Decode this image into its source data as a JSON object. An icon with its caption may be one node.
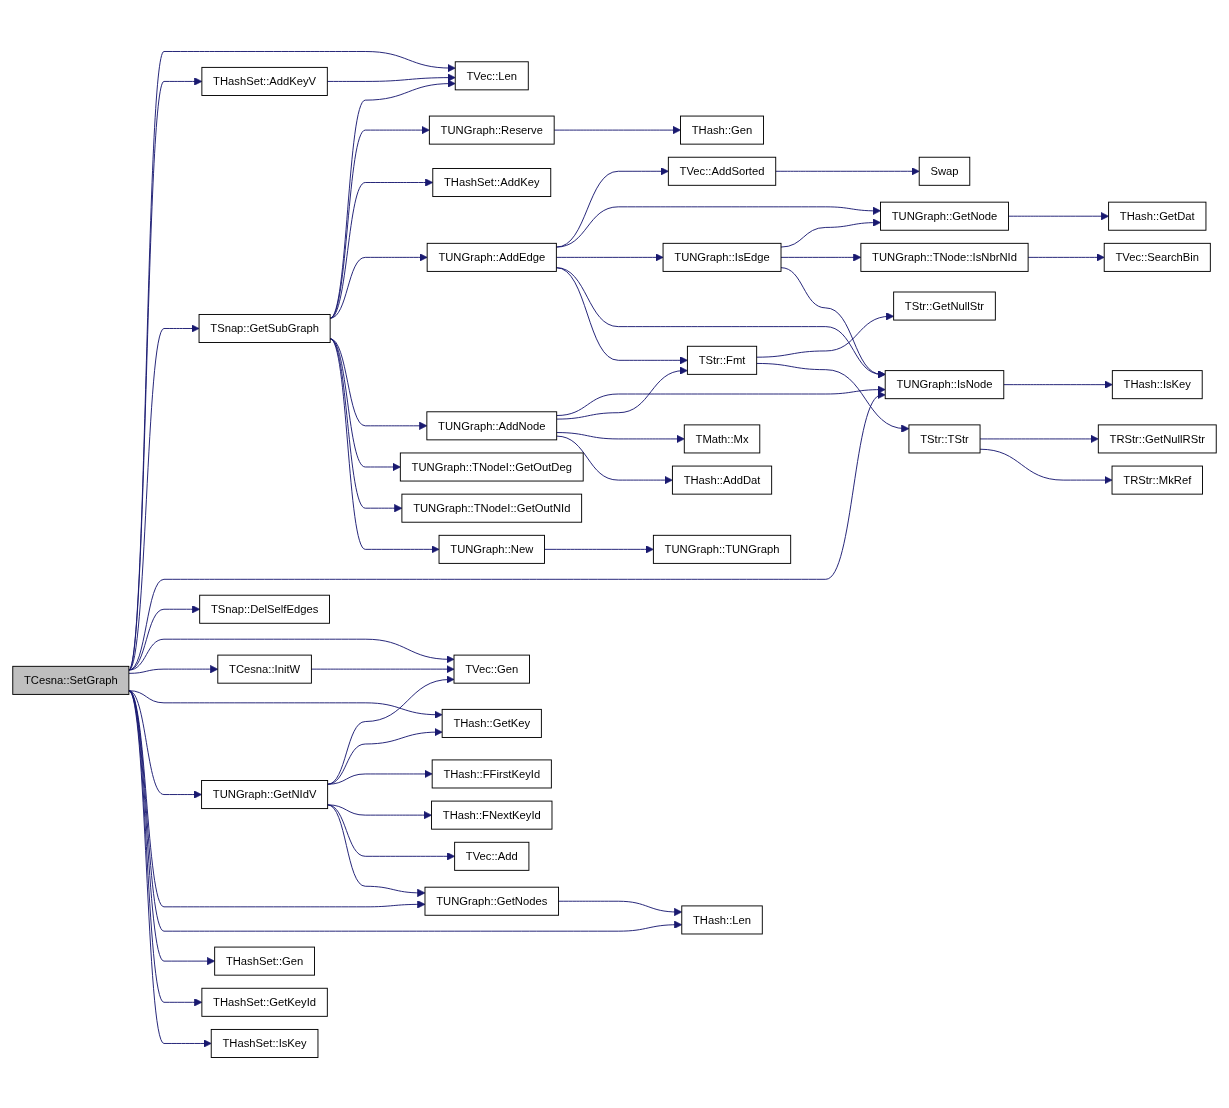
{
  "diagram": {
    "nodes": [
      {
        "text": [
          "TCesna::SetGraph"
        ]
      },
      {
        "text": [
          "THashSet::AddKeyV"
        ]
      },
      {
        "text": [
          "TSnap::GetSubGraph"
        ]
      },
      {
        "text": [
          "TSnap::DelSelfEdges"
        ]
      },
      {
        "text": [
          "TCesna::InitW"
        ]
      },
      {
        "text": [
          "TUNGraph::GetNIdV"
        ]
      },
      {
        "text": [
          "THashSet::Gen"
        ]
      },
      {
        "text": [
          "THashSet::GetKeyId"
        ]
      },
      {
        "text": [
          "THashSet::IsKey"
        ]
      },
      {
        "text": [
          "TVec::Len"
        ]
      },
      {
        "text": [
          "TUNGraph::Reserve"
        ]
      },
      {
        "text": [
          "THashSet::AddKey"
        ]
      },
      {
        "text": [
          "TUNGraph::AddEdge"
        ]
      },
      {
        "text": [
          "TUNGraph::AddNode"
        ]
      },
      {
        "text": [
          "TUNGraph::TNodeI::GetOutDeg"
        ]
      },
      {
        "text": [
          "TUNGraph::TNodeI::GetOutNId"
        ]
      },
      {
        "text": [
          "TUNGraph::New"
        ]
      },
      {
        "text": [
          "TVec::Gen"
        ]
      },
      {
        "text": [
          "THash::GetKey"
        ]
      },
      {
        "text": [
          "THash::FFirstKeyId"
        ]
      },
      {
        "text": [
          "THash::FNextKeyId"
        ]
      },
      {
        "text": [
          "TVec::Add"
        ]
      },
      {
        "text": [
          "TUNGraph::GetNodes"
        ]
      },
      {
        "text": [
          "THash::Gen"
        ]
      },
      {
        "text": [
          "TVec::AddSorted"
        ]
      },
      {
        "text": [
          "TUNGraph::IsEdge"
        ]
      },
      {
        "text": [
          "TStr::Fmt"
        ]
      },
      {
        "text": [
          "TMath::Mx"
        ]
      },
      {
        "text": [
          "THash::AddDat"
        ]
      },
      {
        "text": [
          "TUNGraph::TUNGraph"
        ]
      },
      {
        "text": [
          "THash::Len"
        ]
      },
      {
        "text": [
          "Swap"
        ]
      },
      {
        "text": [
          "TUNGraph::GetNode"
        ]
      },
      {
        "text": [
          "TUNGraph::TNode::IsNbrNId"
        ]
      },
      {
        "text": [
          "TUNGraph::IsNode"
        ]
      },
      {
        "text": [
          "TStr::GetNullStr"
        ]
      },
      {
        "text": [
          "TStr::TStr"
        ]
      },
      {
        "text": [
          "THash::GetDat"
        ]
      },
      {
        "text": [
          "TVec::SearchBin"
        ]
      },
      {
        "text": [
          "THash::IsKey"
        ]
      },
      {
        "text": [
          "TRStr::GetNullRStr"
        ]
      },
      {
        "text": [
          "TRStr::MkRef"
        ]
      }
    ],
    "edges": [
      {
        "from": 0,
        "to": 9,
        "arrow": "to"
      },
      {
        "from": 0,
        "to": 1,
        "arrow": "to"
      },
      {
        "from": 0,
        "to": 2,
        "arrow": "to"
      },
      {
        "from": 0,
        "to": 34,
        "arrow": "to"
      },
      {
        "from": 0,
        "to": 3,
        "arrow": "to"
      },
      {
        "from": 0,
        "to": 17,
        "arrow": "to"
      },
      {
        "from": 0,
        "to": 4,
        "arrow": "to"
      },
      {
        "from": 0,
        "to": 18,
        "arrow": "to"
      },
      {
        "from": 0,
        "to": 5,
        "arrow": "to"
      },
      {
        "from": 0,
        "to": 22,
        "arrow": "to"
      },
      {
        "from": 0,
        "to": 30,
        "arrow": "to"
      },
      {
        "from": 0,
        "to": 6,
        "arrow": "to"
      },
      {
        "from": 0,
        "to": 7,
        "arrow": "to"
      },
      {
        "from": 0,
        "to": 8,
        "arrow": "to"
      },
      {
        "from": 1,
        "to": 9,
        "arrow": "to"
      },
      {
        "from": 2,
        "to": 9,
        "arrow": "to"
      },
      {
        "from": 2,
        "to": 10,
        "arrow": "to"
      },
      {
        "from": 2,
        "to": 11,
        "arrow": "to"
      },
      {
        "from": 2,
        "to": 12,
        "arrow": "to"
      },
      {
        "from": 2,
        "to": 13,
        "arrow": "to"
      },
      {
        "from": 2,
        "to": 14,
        "arrow": "to"
      },
      {
        "from": 2,
        "to": 15,
        "arrow": "to"
      },
      {
        "from": 2,
        "to": 16,
        "arrow": "to"
      },
      {
        "from": 4,
        "to": 17,
        "arrow": "to"
      },
      {
        "from": 5,
        "to": 17,
        "arrow": "to"
      },
      {
        "from": 5,
        "to": 18,
        "arrow": "to"
      },
      {
        "from": 5,
        "to": 19,
        "arrow": "to"
      },
      {
        "from": 5,
        "to": 20,
        "arrow": "to"
      },
      {
        "from": 5,
        "to": 21,
        "arrow": "to"
      },
      {
        "from": 5,
        "to": 22,
        "arrow": "to"
      },
      {
        "from": 10,
        "to": 23,
        "arrow": "to"
      },
      {
        "from": 12,
        "to": 24,
        "arrow": "to"
      },
      {
        "from": 12,
        "to": 32,
        "arrow": "to"
      },
      {
        "from": 12,
        "to": 25,
        "arrow": "to"
      },
      {
        "from": 12,
        "to": 34,
        "arrow": "to"
      },
      {
        "from": 12,
        "to": 26,
        "arrow": "to"
      },
      {
        "from": 13,
        "to": 34,
        "arrow": "to"
      },
      {
        "from": 13,
        "to": 26,
        "arrow": "to"
      },
      {
        "from": 13,
        "to": 27,
        "arrow": "to"
      },
      {
        "from": 13,
        "to": 28,
        "arrow": "to"
      },
      {
        "from": 16,
        "to": 29,
        "arrow": "to"
      },
      {
        "from": 22,
        "to": 30,
        "arrow": "to"
      },
      {
        "from": 24,
        "to": 31,
        "arrow": "to"
      },
      {
        "from": 25,
        "to": 32,
        "arrow": "to"
      },
      {
        "from": 25,
        "to": 33,
        "arrow": "to"
      },
      {
        "from": 25,
        "to": 34,
        "arrow": "to"
      },
      {
        "from": 26,
        "to": 35,
        "arrow": "to"
      },
      {
        "from": 26,
        "to": 36,
        "arrow": "to"
      },
      {
        "from": 32,
        "to": 37,
        "arrow": "to"
      },
      {
        "from": 33,
        "to": 38,
        "arrow": "to"
      },
      {
        "from": 34,
        "to": 39,
        "arrow": "to"
      },
      {
        "from": 36,
        "to": 40,
        "arrow": "to"
      },
      {
        "from": 36,
        "to": 41,
        "arrow": "to"
      }
    ]
  }
}
